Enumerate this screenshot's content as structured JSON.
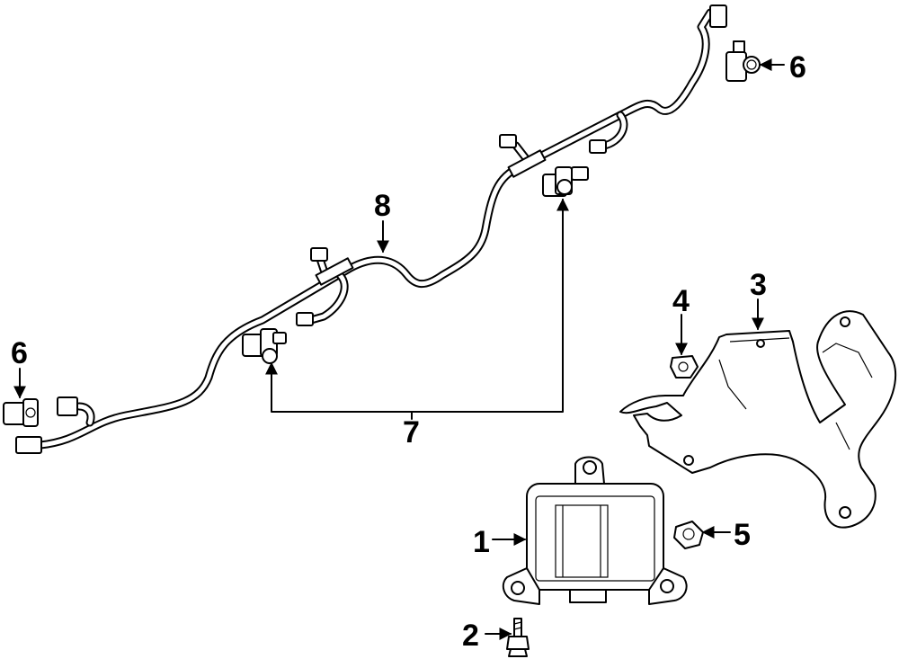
{
  "callouts": {
    "c1": "1",
    "c2": "2",
    "c3": "3",
    "c4": "4",
    "c5": "5",
    "c6_right": "6",
    "c6_left": "6",
    "c7": "7",
    "c8": "8"
  }
}
